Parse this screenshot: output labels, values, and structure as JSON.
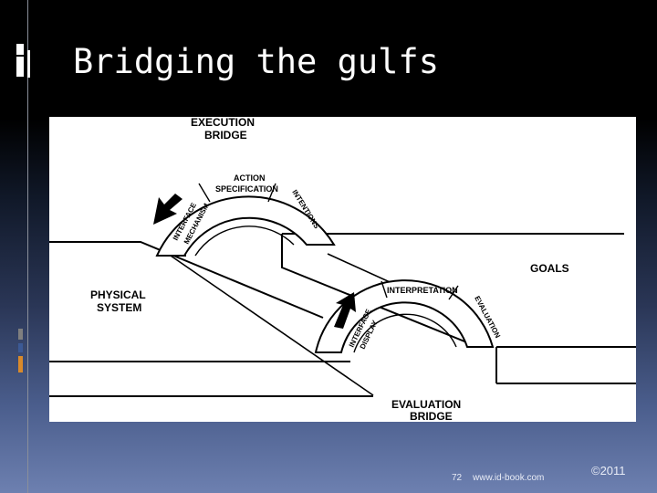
{
  "slide": {
    "title": "Bridging the gulfs",
    "page_number": "72",
    "website": "www.id-book.com",
    "copyright": "©2011"
  },
  "diagram": {
    "execution_bridge": [
      "EXECUTION",
      "BRIDGE"
    ],
    "action_specification": [
      "ACTION",
      "SPECIFICATION"
    ],
    "interface_mechanism": [
      "INTERFACE",
      "MECHANISM"
    ],
    "intentions": "INTENTIONS",
    "goals": "GOALS",
    "physical_system": [
      "PHYSICAL",
      "SYSTEM"
    ],
    "interpretation": "INTERPRETATION",
    "interface_display": [
      "INTERFACE",
      "DISPLAY"
    ],
    "evaluation": "EVALUATION",
    "evaluation_bridge": [
      "EVALUATION",
      "BRIDGE"
    ]
  },
  "colors": {
    "background_dark": "#000000",
    "background_blue": "#6d80b0",
    "accent_gray": "#7f7f7f",
    "accent_orange": "#d98a2b",
    "accent_blue": "#3c5a96"
  }
}
